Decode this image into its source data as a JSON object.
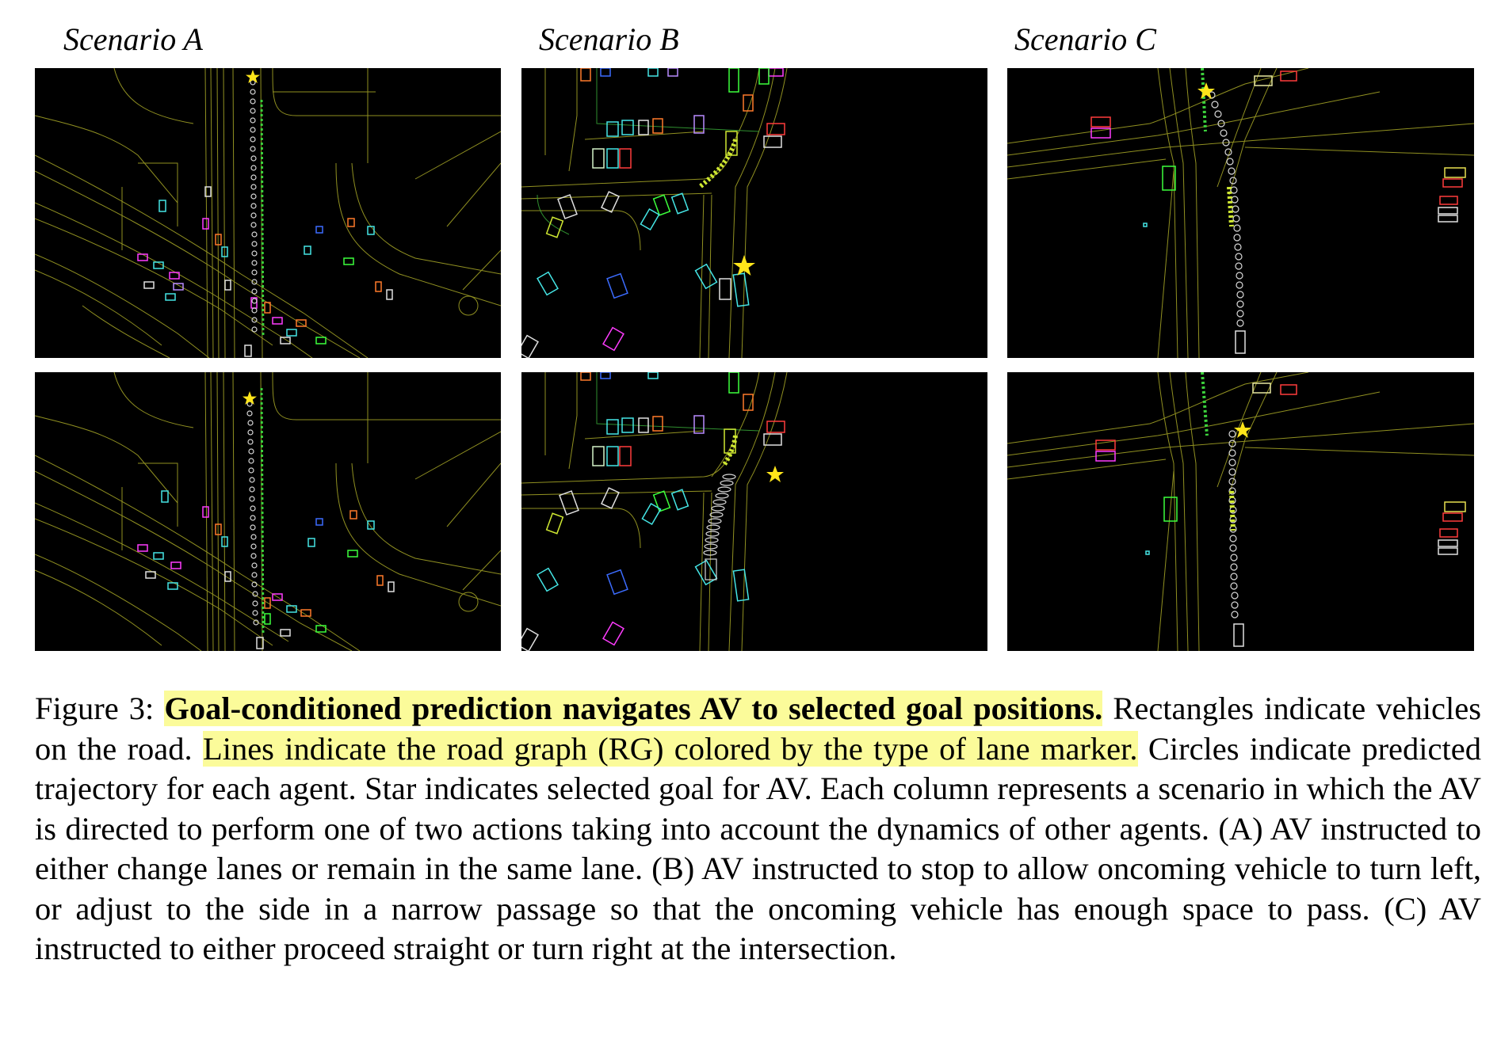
{
  "scenarios": [
    {
      "title": "Scenario A"
    },
    {
      "title": "Scenario B"
    },
    {
      "title": "Scenario C"
    }
  ],
  "colors": {
    "road_graph": "#b5b52a",
    "background": "#000000",
    "goal_star": "#ffe51a",
    "highlight": "#fbfb9a"
  },
  "caption": {
    "label": "Figure 3: ",
    "title": "Goal-conditioned prediction navigates AV to selected goal positions.",
    "sentence1": " Rectangles indicate vehicles on the road. ",
    "sentence2": "Lines indicate the road graph (RG) colored by the type of lane marker.",
    "rest": " Circles indicate predicted trajectory for each agent. Star indicates selected goal for AV. Each column represents a scenario in which the AV is directed to perform one of two actions taking into account the dynamics of other agents. (A) AV instructed to either change lanes or remain in the same lane. (B) AV instructed to stop to allow oncoming vehicle to turn left, or adjust to the side in a narrow passage so that the oncoming vehicle has enough space to pass. (C) AV instructed to either proceed straight or turn right at the intersection."
  }
}
